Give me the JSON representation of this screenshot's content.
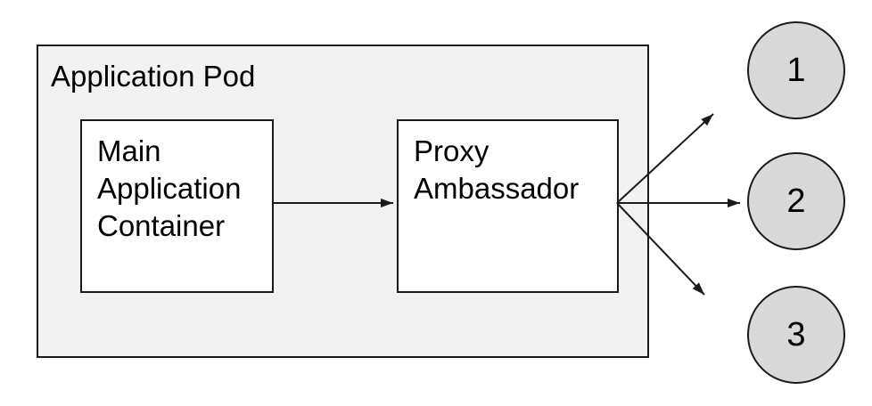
{
  "diagram": {
    "pod": {
      "label": "Application Pod"
    },
    "nodes": [
      {
        "id": "main-application-container",
        "label": "Main Application Container"
      },
      {
        "id": "proxy-ambassador",
        "label": "Proxy Ambassador"
      }
    ],
    "endpoints": [
      {
        "label": "1"
      },
      {
        "label": "2"
      },
      {
        "label": "3"
      }
    ],
    "connections": [
      {
        "from": "main-application-container",
        "to": "proxy-ambassador"
      },
      {
        "from": "proxy-ambassador",
        "to": "endpoint-1"
      },
      {
        "from": "proxy-ambassador",
        "to": "endpoint-2"
      },
      {
        "from": "proxy-ambassador",
        "to": "endpoint-3"
      }
    ],
    "colors": {
      "background": "#ffffff",
      "pod_fill": "#f2f2f2",
      "node_fill": "#ffffff",
      "endpoint_fill": "#d9d9d9",
      "stroke": "#1b1b1b",
      "text": "#000000"
    }
  }
}
